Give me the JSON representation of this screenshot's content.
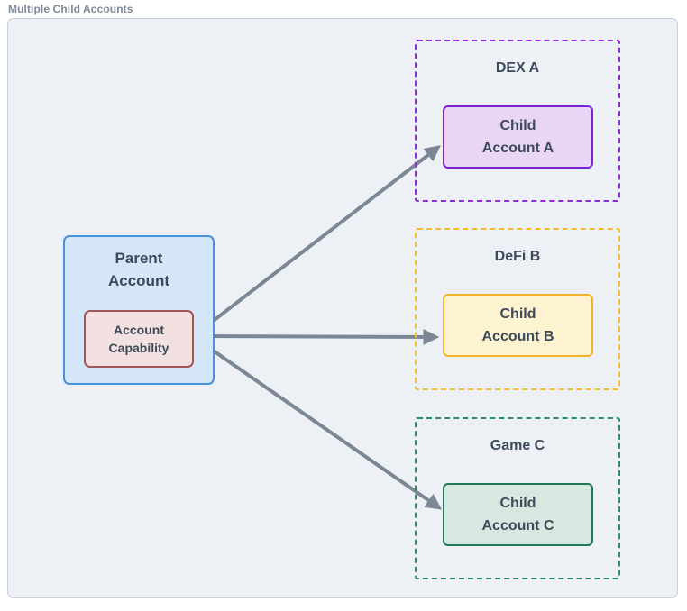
{
  "title": "Multiple Child Accounts",
  "colors": {
    "canvas_bg": "#edf1f6",
    "canvas_border": "#c7d0db",
    "title_text": "#7e8a9a",
    "node_text": "#3d4a5a",
    "arrow": "#7b8795",
    "parent_fill": "#d4e6f8",
    "parent_border": "#4790dd",
    "capability_fill": "#f3e1e1",
    "capability_border": "#a25757"
  },
  "parent": {
    "label": [
      "Parent",
      "Account"
    ],
    "capability": [
      "Account",
      "Capability"
    ]
  },
  "groups": [
    {
      "label": "DEX A",
      "child": [
        "Child",
        "Account A"
      ],
      "border_color": "#8b2cd5",
      "child_fill": "#e9d6f7",
      "child_border": "#7e22ce"
    },
    {
      "label": "DeFi B",
      "child": [
        "Child",
        "Account B"
      ],
      "border_color": "#f5bd2e",
      "child_fill": "#fdf3d1",
      "child_border": "#f0b429"
    },
    {
      "label": "Game C",
      "child": [
        "Child",
        "Account C"
      ],
      "border_color": "#2e8c6a",
      "child_fill": "#d6e8df",
      "child_border": "#1f7a57"
    }
  ]
}
